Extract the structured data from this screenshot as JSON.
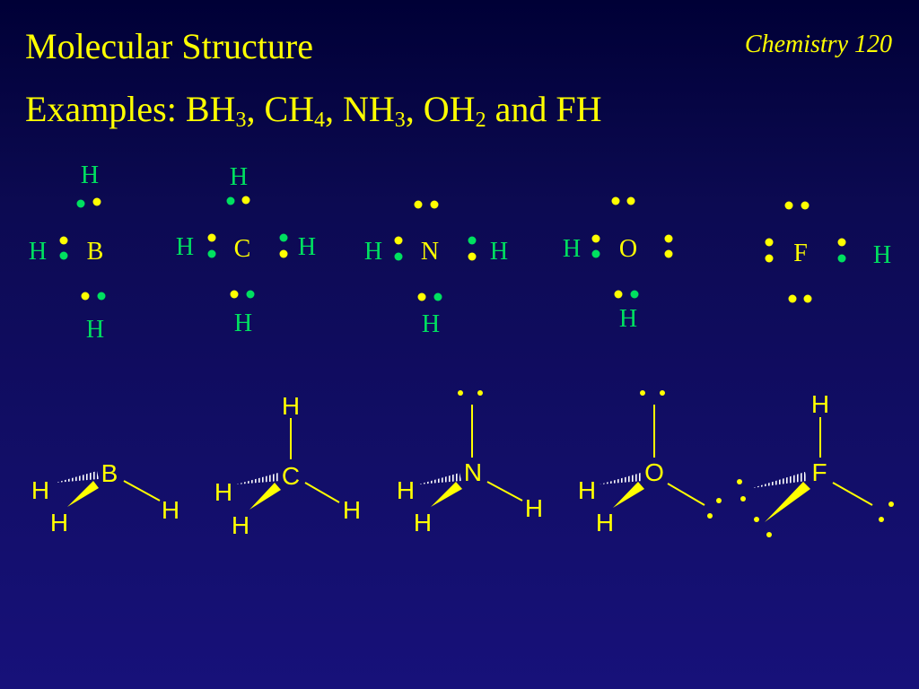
{
  "header": {
    "title": "Molecular Structure",
    "course": "Chemistry 120"
  },
  "subtitle": {
    "prefix": "Examples: ",
    "molecules": [
      {
        "base": "BH",
        "sub": "3",
        "after": ", "
      },
      {
        "base": "CH",
        "sub": "4",
        "after": ", "
      },
      {
        "base": "NH",
        "sub": "3",
        "after": ", "
      },
      {
        "base": "OH",
        "sub": "2",
        "after": " and "
      },
      {
        "base": "FH",
        "sub": "",
        "after": ""
      }
    ]
  },
  "lewis": {
    "bh3": {
      "center": "B",
      "left": "H",
      "top": "H",
      "bottom": "H"
    },
    "ch4": {
      "center": "C",
      "left": "H",
      "right": "H",
      "top": "H",
      "bottom": "H"
    },
    "nh3": {
      "center": "N",
      "left": "H",
      "right": "H",
      "bottom": "H"
    },
    "oh2": {
      "center": "O",
      "left": "H",
      "bottom": "H"
    },
    "fh": {
      "center": "F",
      "right": "H"
    }
  },
  "structures": {
    "bh3": {
      "center": "B",
      "left": "H",
      "wedge": "H",
      "right": "H"
    },
    "ch4": {
      "center": "C",
      "top": "H",
      "left": "H",
      "wedge": "H",
      "right": "H"
    },
    "nh3": {
      "center": "N",
      "left": "H",
      "wedge": "H",
      "right": "H"
    },
    "oh2": {
      "center": "O",
      "left": "H",
      "wedge": "H"
    },
    "fh": {
      "center": "F",
      "top": "H"
    }
  },
  "colors": {
    "text": "#ffff00",
    "hydrogen": "#00e060",
    "bonding_electron": "#00e060",
    "lone_pair": "#ffff00",
    "bond": "#ffff00"
  }
}
